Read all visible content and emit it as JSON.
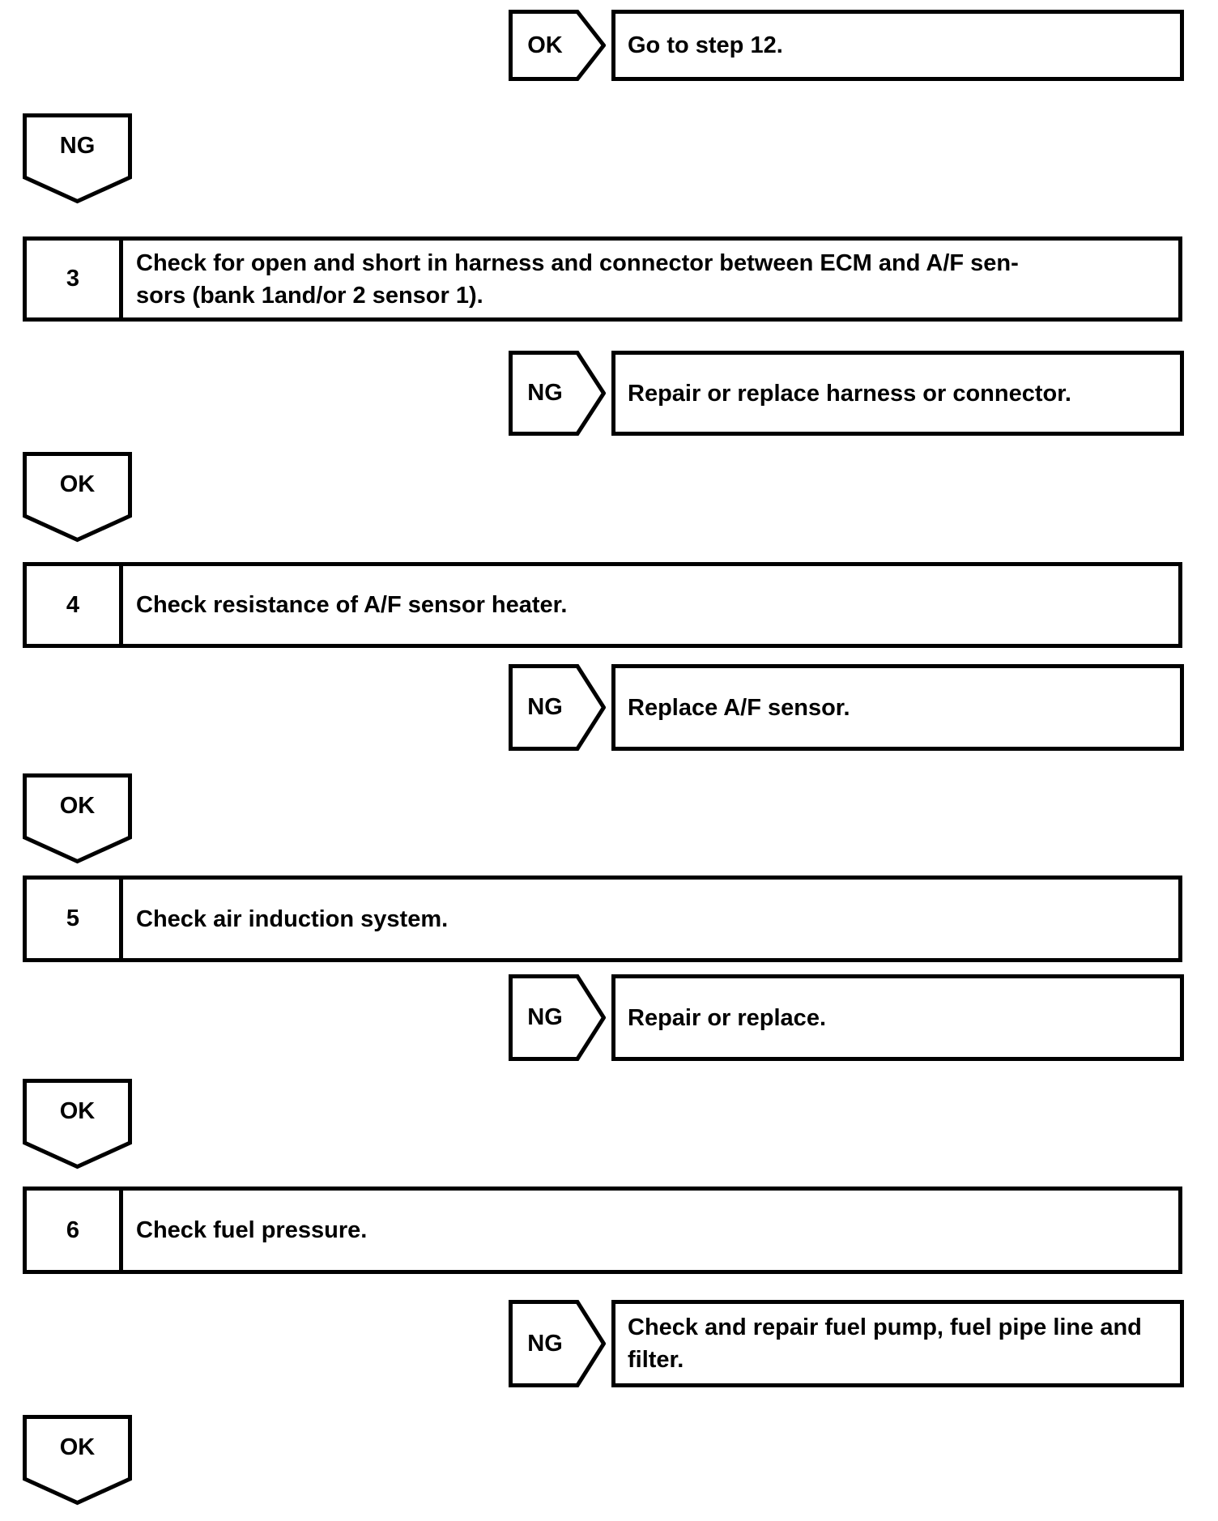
{
  "colors": {
    "ink": "#000000",
    "paper": "#ffffff"
  },
  "rows": {
    "r1": {
      "verdict": "OK",
      "result": "Go to step 12."
    },
    "p1": {
      "label": "NG"
    },
    "s3": {
      "num": "3",
      "line1": "Check for open and short in harness and connector between ECM and A/F sen-",
      "line2": "sors (bank 1and/or 2 sensor 1)."
    },
    "r2": {
      "verdict": "NG",
      "result": "Repair or replace harness or connector."
    },
    "p2": {
      "label": "OK"
    },
    "s4": {
      "num": "4",
      "line1": "Check resistance of A/F sensor heater.",
      "line2": ""
    },
    "r3": {
      "verdict": "NG",
      "result": "Replace A/F sensor."
    },
    "p3": {
      "label": "OK"
    },
    "s5": {
      "num": "5",
      "line1": "Check air induction system.",
      "line2": ""
    },
    "r4": {
      "verdict": "NG",
      "result": "Repair or replace."
    },
    "p4": {
      "label": "OK"
    },
    "s6": {
      "num": "6",
      "line1": "Check fuel pressure.",
      "line2": ""
    },
    "r5": {
      "verdict": "NG",
      "result_line1": "Check and repair fuel pump, fuel pipe line and",
      "result_line2": "filter."
    },
    "p5": {
      "label": "OK"
    }
  }
}
